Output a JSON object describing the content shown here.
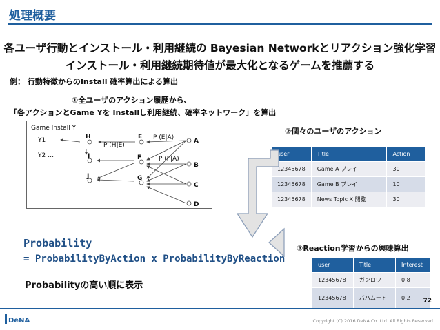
{
  "header": {
    "title": "処理概要"
  },
  "headline": {
    "line1": "各ユーザ行動とインストール・利用継続の Bayesian Networkとリアクション強化学習",
    "line2": "インストール・利用継続期待値が最大化となるゲームを推薦する"
  },
  "example": "例： 行動特徴からのInstall 確率算出による算出",
  "step1": {
    "line1": "①全ユーザのアクション履歴から、",
    "line2": "「各アクションとGame Yを Installし利用継続、確率ネットワーク」を算出"
  },
  "network": {
    "box_title": "Game Install Y",
    "y_nodes": [
      "Y1",
      "Y2 …"
    ],
    "nodes": [
      "H",
      "E",
      "I",
      "F",
      "J",
      "G"
    ],
    "right_nodes": [
      "A",
      "B",
      "C",
      "D"
    ],
    "prob_labels": [
      "P (H|E)",
      "P (E|A)",
      "P (F|A)"
    ],
    "edge_color": "#444444"
  },
  "step2": "②個々のユーザのアクション",
  "action_table": {
    "headers": [
      "user",
      "Title",
      "Action"
    ],
    "rows": [
      [
        "12345678",
        "Game A プレイ",
        "30"
      ],
      [
        "12345678",
        "Game B プレイ",
        "10"
      ],
      [
        "12345678",
        "News Topic X 閲覧",
        "30"
      ]
    ]
  },
  "step3": "③Reaction学習からの興味算出",
  "interest_table": {
    "headers": [
      "user",
      "Title",
      "Interest"
    ],
    "rows": [
      [
        "12345678",
        "ガンロワ",
        "0.8"
      ],
      [
        "12345678",
        "バハムート",
        "0.2"
      ]
    ]
  },
  "probability": {
    "line1": "Probability",
    "line2": "= ProbabilityByAction x ProbabilityByReaction",
    "note": "Probabilityの高い順に表示"
  },
  "footer": {
    "page_number": "72",
    "copyright": "Copyright (C) 2016 DeNA Co.,Ltd. All Rights Reserved.",
    "logo_text": "DeNA"
  },
  "colors": {
    "accent": "#1f5f9e",
    "arrow_fill": "#e3e3e3",
    "arrow_stroke": "#8a9db8"
  }
}
